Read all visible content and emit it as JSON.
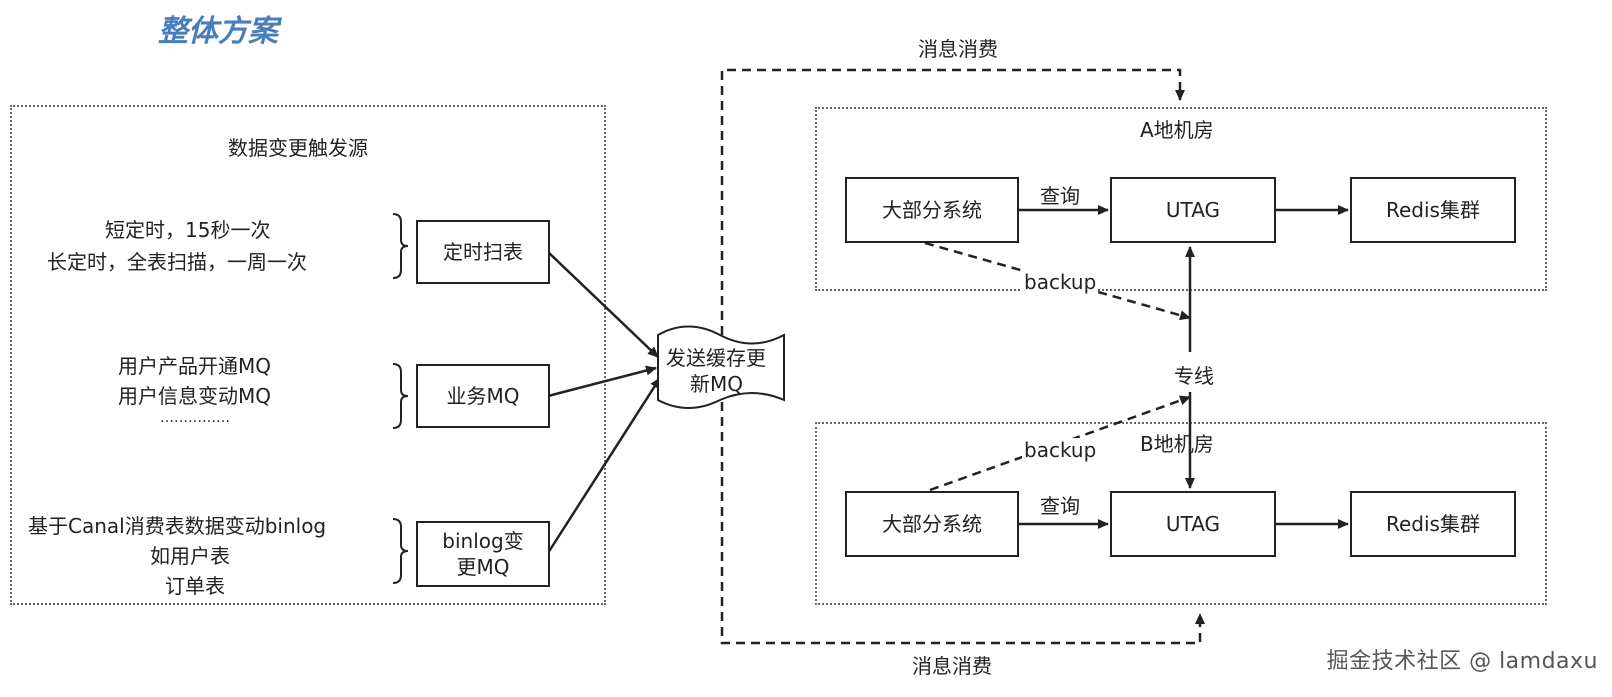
{
  "title": "整体方案",
  "watermark": "掘金技术社区 @ lamdaxu",
  "source": {
    "region_label": "数据变更触发源",
    "groups": [
      {
        "desc_lines": [
          "短定时，15秒一次",
          "长定时，全表扫描，一周一次"
        ],
        "box": "定时扫表"
      },
      {
        "desc_lines": [
          "用户产品开通MQ",
          "用户信息变动MQ",
          "……………"
        ],
        "box": "业务MQ"
      },
      {
        "desc_lines": [
          "基于Canal消费表数据变动binlog",
          "如用户表",
          "订单表"
        ],
        "box_lines": [
          "binlog变",
          "更MQ"
        ]
      }
    ]
  },
  "mq": {
    "lines": [
      "发送缓存更",
      "新MQ"
    ]
  },
  "consume_top": "消息消费",
  "consume_bottom": "消息消费",
  "dedicated_line": "专线",
  "room_a": {
    "label": "A地机房",
    "system": "大部分系统",
    "query": "查询",
    "utag": "UTAG",
    "redis": "Redis集群",
    "backup": "backup"
  },
  "room_b": {
    "label": "B地机房",
    "system": "大部分系统",
    "query": "查询",
    "utag": "UTAG",
    "redis": "Redis集群",
    "backup": "backup"
  }
}
